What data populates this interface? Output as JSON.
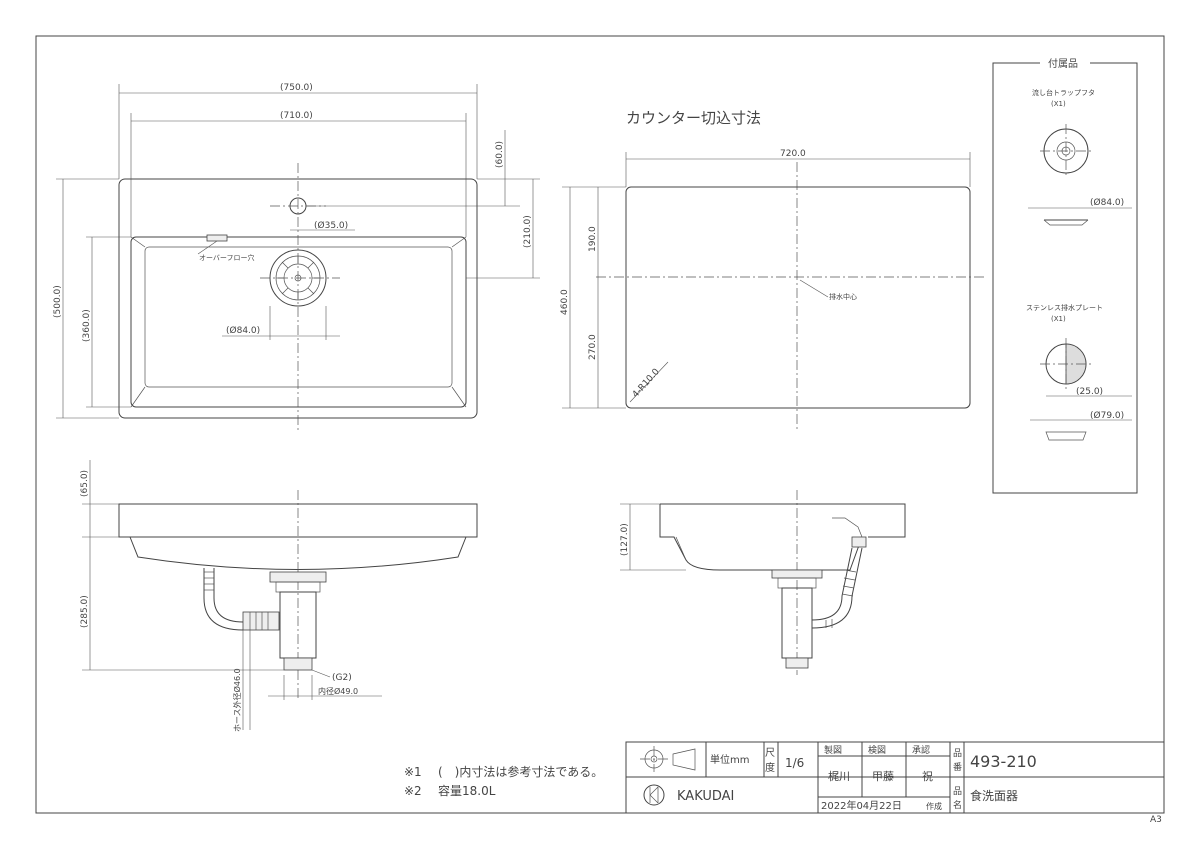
{
  "dims_top": {
    "w750": "(750.0)",
    "w710": "(710.0)",
    "h60": "(60.0)",
    "h210": "(210.0)",
    "d35": "(Ø35.0)",
    "h500": "(500.0)",
    "h360": "(360.0)",
    "d84": "(Ø84.0)",
    "overflow": "オーバーフロー穴"
  },
  "counter": {
    "title": "カウンター切込寸法",
    "w720": "720.0",
    "h460": "460.0",
    "h190": "190.0",
    "h270": "270.0",
    "r10": "4-R10.0",
    "drain_center": "排水中心"
  },
  "side": {
    "h65": "(65.0)",
    "h285": "(285.0)",
    "g2": "(G2)",
    "inner49": "内径Ø49.0",
    "hose46": "ホース外径Ø46.0",
    "h127": "(127.0)"
  },
  "accessories": {
    "title": "付属品",
    "item1": "流し台トラップフタ",
    "item1_qty": "(X1)",
    "item1_dim": "(Ø84.0)",
    "item2": "ステンレス排水プレート",
    "item2_qty": "(X1)",
    "item2_dim1": "(25.0)",
    "item2_dim2": "(Ø79.0)"
  },
  "notes": {
    "n1_mark": "※1",
    "n1_text": "(　)内寸法は参考寸法である。",
    "n2_mark": "※2",
    "n2_text": "容量18.0L"
  },
  "title_block": {
    "unit_label": "単位mm",
    "scale_label": "尺度",
    "scale_value": "1/6",
    "drawn_label": "製図",
    "checked_label": "検図",
    "approved_label": "承認",
    "drawn_by": "梶川",
    "checked_by": "甲藤",
    "approved_by": "祝",
    "part_no_label": "品番",
    "part_no": "493-210",
    "name_label": "品名",
    "name": "食洗面器",
    "date": "2022年04月22日",
    "date_suffix": "作成",
    "brand": "KAKUDAI",
    "paper": "A3"
  }
}
